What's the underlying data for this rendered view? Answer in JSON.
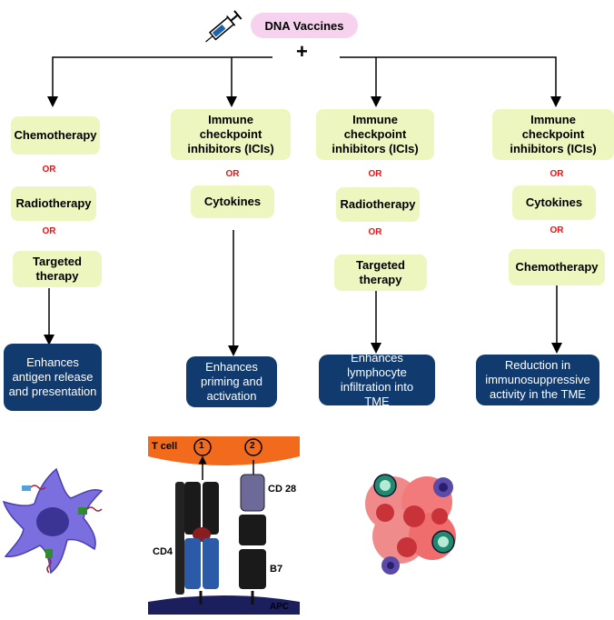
{
  "header": {
    "title": "DNA Vaccines",
    "plus": "+"
  },
  "or_label": "OR",
  "columns": [
    {
      "options": [
        "Chemotherapy",
        "Radiotherapy",
        "Targeted therapy"
      ],
      "outcome": "Enhances antigen release and presentation"
    },
    {
      "options": [
        "Immune checkpoint inhibitors (ICIs)",
        "Cytokines"
      ],
      "outcome": "Enhances priming and activation"
    },
    {
      "options": [
        "Immune checkpoint inhibitors (ICIs)",
        "Radiotherapy",
        "Targeted therapy"
      ],
      "outcome": "Enhances lymphocyte infiltration into TME"
    },
    {
      "options": [
        "Immune checkpoint inhibitors (ICIs)",
        "Cytokines",
        "Chemotherapy"
      ],
      "outcome": "Reduction in immunosuppressive activity in the TME"
    }
  ],
  "synapse": {
    "tcell": "T cell",
    "apc": "APC",
    "cd28": "CD 28",
    "cd4": "CD4",
    "b7": "B7",
    "signal1": "1",
    "signal2": "2"
  },
  "colors": {
    "header_pill": "#f6d2ef",
    "option_box": "#eef6bf",
    "outcome_box": "#113a6e",
    "or_text": "#e11111"
  },
  "icons": [
    "syringe-icon",
    "dendritic-cell-icon",
    "tumor-microenvironment-icon"
  ]
}
